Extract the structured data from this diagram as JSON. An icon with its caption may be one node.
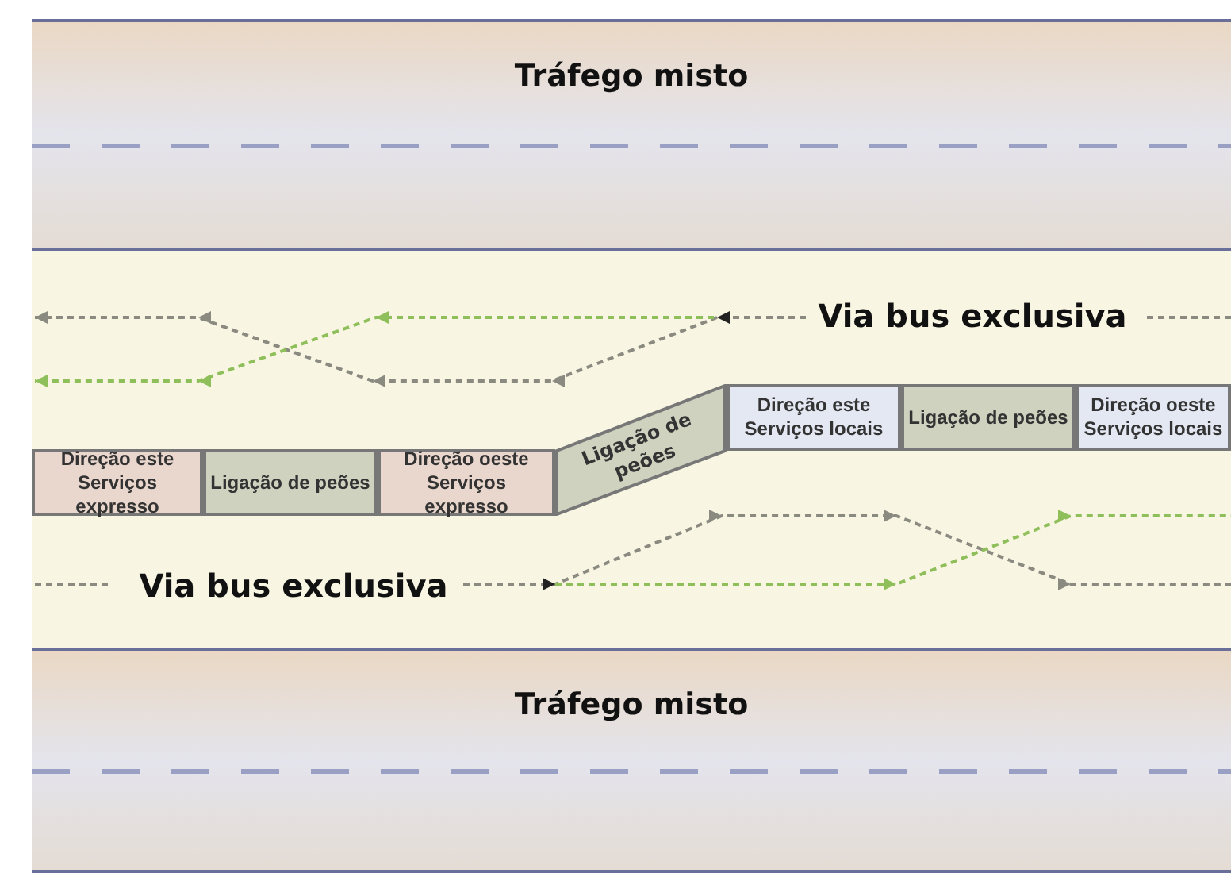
{
  "diagram": {
    "nodes": [
      {
        "text": [
          "Tráfego misto"
        ]
      },
      {
        "text": [
          "Via bus exclusiva",
          "Via bus exclusiva"
        ]
      },
      {
        "text": [
          "Direção este Serviços expresso"
        ],
        "in": 1
      },
      {
        "text": [
          "Ligação de peões"
        ],
        "in": 1
      },
      {
        "text": [
          "Direção oeste Serviços expresso"
        ],
        "in": 1
      },
      {
        "text": [
          "Ligação de peões"
        ],
        "in": 1
      },
      {
        "text": [
          "Direção este Serviços locais"
        ],
        "in": 1
      },
      {
        "text": [
          "Ligação de peões"
        ],
        "in": 1
      },
      {
        "text": [
          "Direção oeste Serviços locais"
        ],
        "in": 1
      },
      {
        "text": [
          "Tráfego misto"
        ]
      }
    ]
  }
}
